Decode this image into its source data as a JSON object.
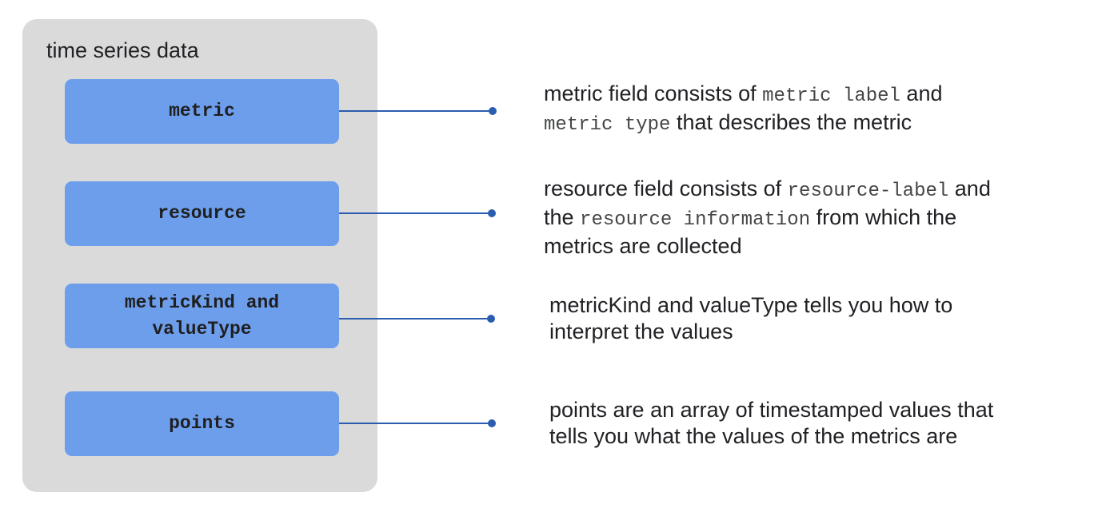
{
  "panel": {
    "title": "time series data"
  },
  "fields": [
    {
      "label": "metric"
    },
    {
      "label_line1": "resource"
    },
    {
      "label_line1": "metricKind and",
      "label_line2": "valueType"
    },
    {
      "label_line1": "points"
    }
  ],
  "descriptions": {
    "metric": {
      "text1": "metric field consists of ",
      "code1": "metric label",
      "text2": " and",
      "code2": "metric type",
      "text3": " that describes the metric"
    },
    "resource": {
      "text1": "resource field consists of ",
      "code1": "resource-label",
      "text2": " and",
      "text3": "the ",
      "code2": "resource information",
      "text4": " from which the",
      "text5": "metrics are collected"
    },
    "metric_kind": {
      "line1": "metricKind and valueType tells you how to",
      "line2": "interpret the values"
    },
    "points": {
      "line1": "points are an array of timestamped values that",
      "line2": "tells you what the values of the metrics are"
    }
  },
  "colors": {
    "panel": "#dadada",
    "field_box": "#6d9eeb",
    "connector": "#2a5db0"
  }
}
